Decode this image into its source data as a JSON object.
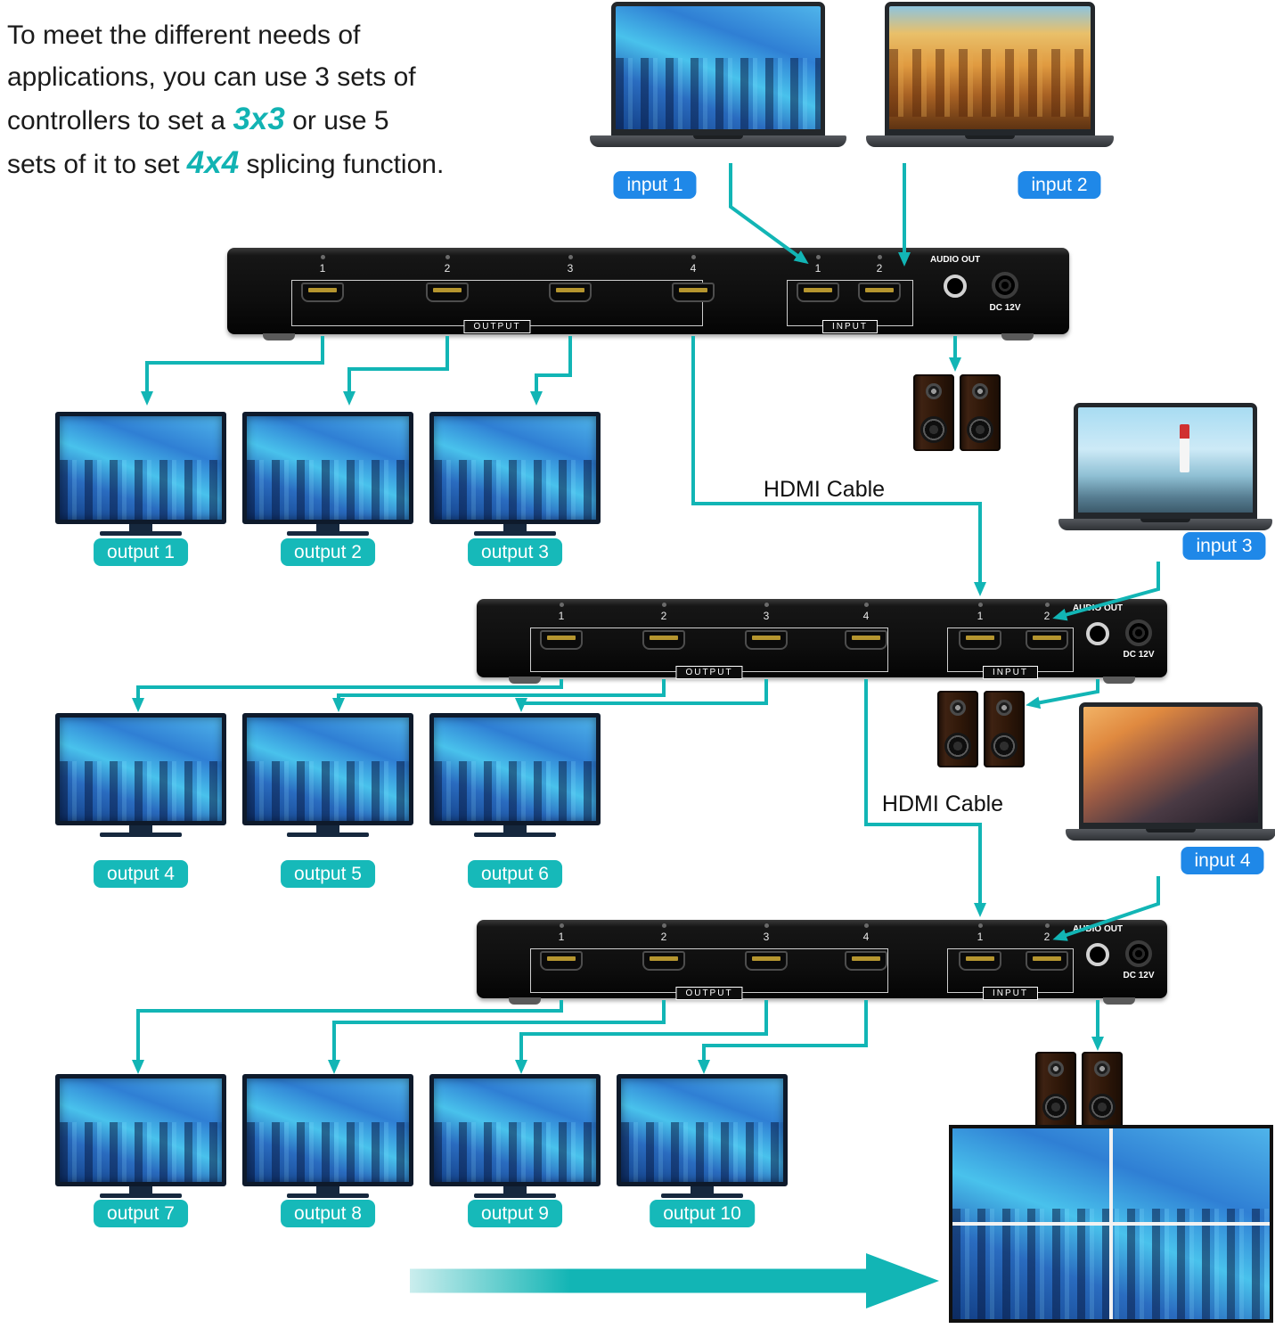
{
  "intro": {
    "l1": "To meet the different needs of",
    "l2": "applications, you can use 3 sets of",
    "l3a": "controllers to set a ",
    "hl1": "3x3",
    "l3b": " or use 5",
    "l4a": "sets of it to set ",
    "hl2": "4x4",
    "l4b": " splicing function."
  },
  "input_badges": [
    "input 1",
    "input 2",
    "input 3",
    "input 4"
  ],
  "output_badges": [
    "output 1",
    "output 2",
    "output 3",
    "output 4",
    "output 5",
    "output 6",
    "output 7",
    "output 8",
    "output 9",
    "output 10"
  ],
  "cable_labels": [
    "HDMI Cable",
    "HDMI Cable"
  ],
  "device_panel": {
    "output_ports": [
      "1",
      "2",
      "3",
      "4"
    ],
    "input_ports": [
      "1",
      "2"
    ],
    "output_group_label": "OUTPUT",
    "input_group_label": "INPUT",
    "audio_out_label": "AUDIO OUT",
    "power_label": "DC 12V"
  },
  "colors": {
    "accent_teal": "#12b5b5",
    "input_badge_blue": "#1f88e8",
    "output_badge_teal": "#16b9b9",
    "highlight_teal": "#12b3b3",
    "device_black": "#0d0d0d"
  }
}
